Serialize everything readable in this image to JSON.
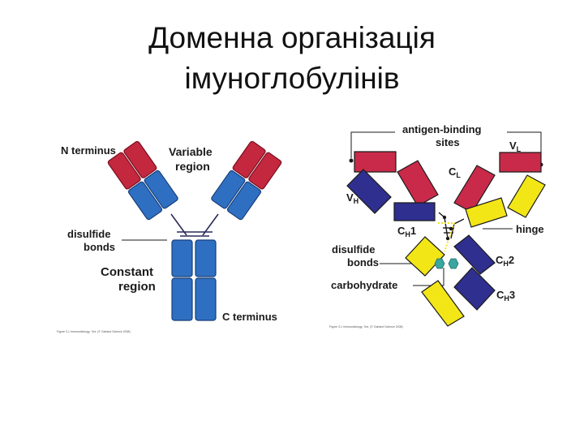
{
  "title": {
    "line1": "Доменна організація",
    "line2": "імуноглобулінів"
  },
  "left_diagram": {
    "labels": {
      "n_terminus": "N terminus",
      "variable_region_1": "Variable",
      "variable_region_2": "region",
      "disulfide_1": "disulfide",
      "disulfide_2": "bonds",
      "constant_1": "Constant",
      "constant_2": "region",
      "c_terminus": "C terminus"
    },
    "credit": "Figure 3-1 Immunobiology, 7ed. (© Garland Science 2008)"
  },
  "right_diagram": {
    "labels": {
      "antigen_1": "antigen-binding",
      "antigen_2": "sites",
      "vl_main": "V",
      "vl_sub": "L",
      "cl_main": "C",
      "cl_sub": "L",
      "vh_main": "V",
      "vh_sub": "H",
      "ch1_main": "C",
      "ch1_sub": "H",
      "ch1_num": "1",
      "hinge": "hinge",
      "disulfide_1": "disulfide",
      "disulfide_2": "bonds",
      "ch2_main": "C",
      "ch2_sub": "H",
      "ch2_num": "2",
      "carbohydrate": "carbohydrate",
      "ch3_main": "C",
      "ch3_sub": "H",
      "ch3_num": "3"
    },
    "credit": "Figure 3-1 Immunobiology, 7ed. (© Garland Science 2008)"
  },
  "colors": {
    "variable_red": "#c4283e",
    "constant_blue": "#2f6fc2",
    "heavy_navy": "#2f2f8f",
    "light_crimson": "#c92a49",
    "light_yellow": "#f2e617",
    "carbohydrate_teal": "#3aa6a0"
  }
}
